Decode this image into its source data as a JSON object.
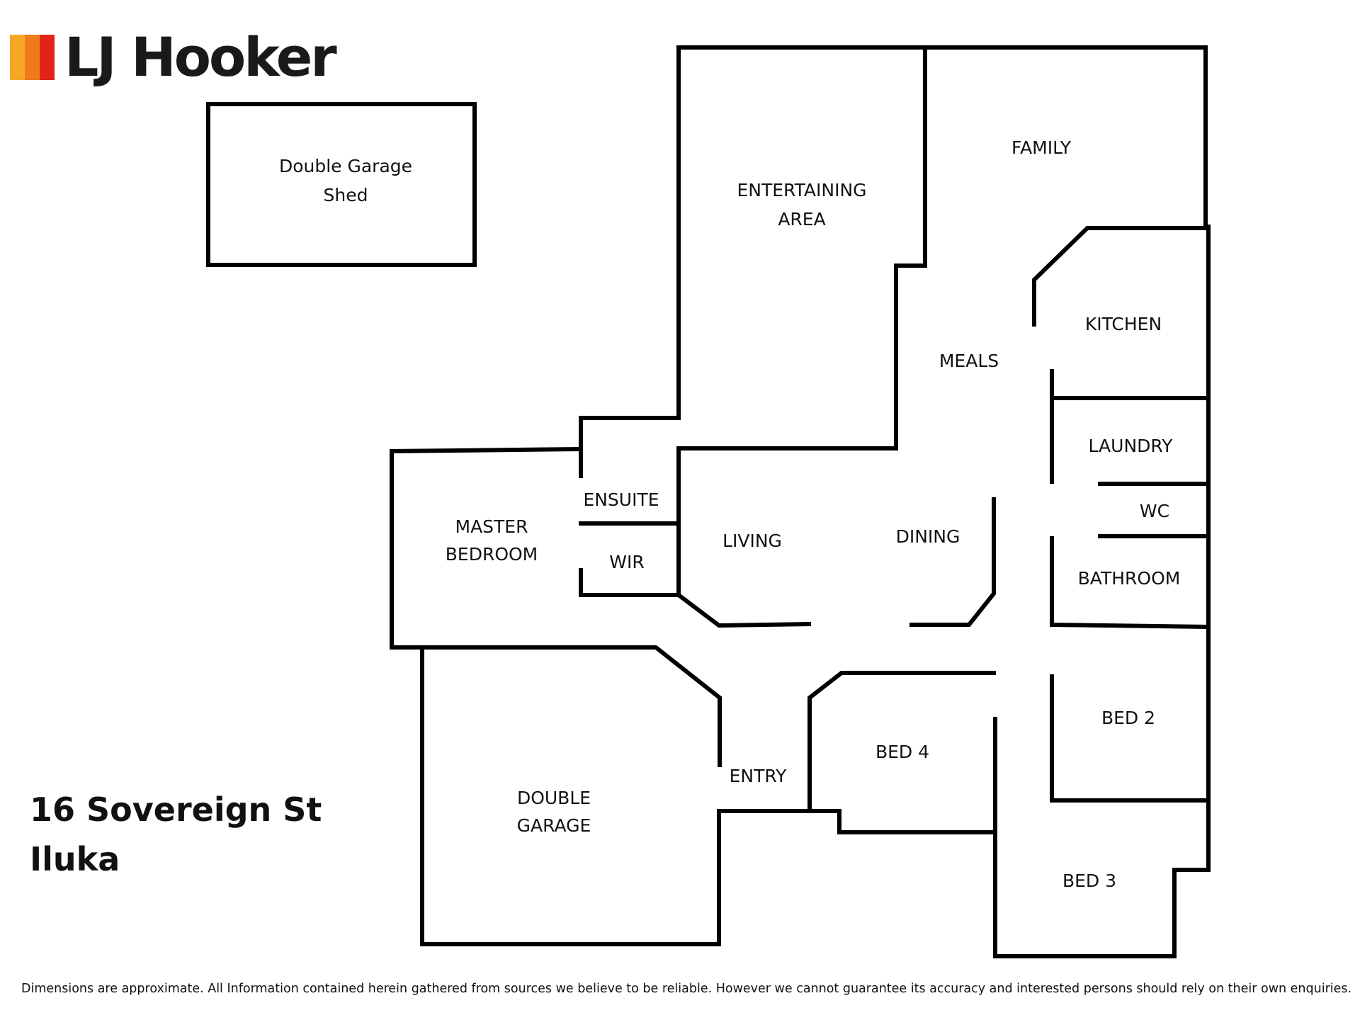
{
  "brand": {
    "name": "LJ Hooker",
    "colors": [
      "#f5a623",
      "#f07a1c",
      "#e2231a"
    ]
  },
  "rooms": {
    "shed": [
      "Double Garage",
      "Shed"
    ],
    "entertaining": [
      "ENTERTAINING",
      "AREA"
    ],
    "family": "FAMILY",
    "meals": "MEALS",
    "kitchen": "KITCHEN",
    "laundry": "LAUNDRY",
    "wc": "WC",
    "bathroom": "BATHROOM",
    "master": [
      "MASTER",
      "BEDROOM"
    ],
    "ensuite": "ENSUITE",
    "wir": "WIR",
    "living": "LIVING",
    "dining": "DINING",
    "bed2": "BED 2",
    "bed3": "BED 3",
    "bed4": "BED 4",
    "entry": "ENTRY",
    "garage": [
      "DOUBLE",
      "GARAGE"
    ]
  },
  "address": {
    "street": "16 Sovereign St",
    "suburb": "Iluka"
  },
  "disclaimer": "Dimensions are approximate. All Information contained herein gathered from sources we believe to be reliable. However we cannot guarantee its accuracy and interested persons should rely on their own enquiries."
}
